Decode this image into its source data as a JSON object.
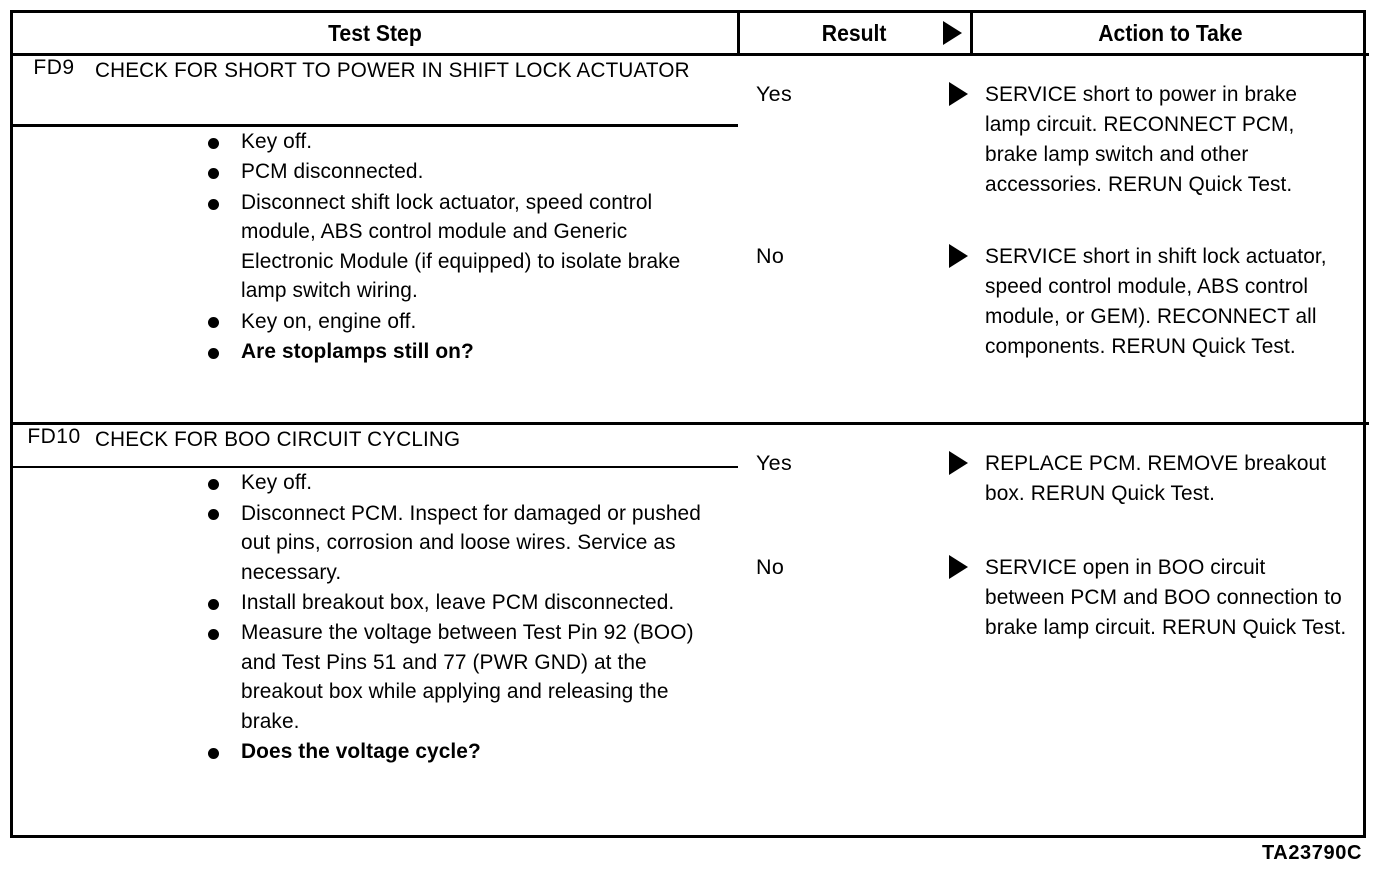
{
  "document": {
    "caption": "TA23790C"
  },
  "table": {
    "headers": {
      "test_step": "Test Step",
      "result": "Result",
      "action": "Action to Take",
      "result_arrow_icon": "triangle-right-icon"
    },
    "rows": [
      {
        "code": "FD9",
        "title": "CHECK FOR SHORT TO POWER IN SHIFT LOCK ACTUATOR",
        "steps": [
          {
            "text": "Key off.",
            "bold": false
          },
          {
            "text": "PCM disconnected.",
            "bold": false
          },
          {
            "text": "Disconnect shift lock actuator, speed control module, ABS control module and Generic Electronic Module (if equipped) to isolate brake lamp switch wiring.",
            "bold": false
          },
          {
            "text": "Key on, engine off.",
            "bold": false
          },
          {
            "text": "Are stoplamps still on?",
            "bold": true
          }
        ],
        "branches": [
          {
            "result": "Yes",
            "arrow_icon": "triangle-right-icon",
            "action": "SERVICE short to power in brake lamp circuit. RECONNECT PCM, brake lamp switch and other accessories. RERUN Quick Test."
          },
          {
            "result": "No",
            "arrow_icon": "triangle-right-icon",
            "action": "SERVICE short in shift lock actuator, speed control module, ABS control module, or GEM). RECONNECT all components. RERUN Quick Test."
          }
        ]
      },
      {
        "code": "FD10",
        "title": "CHECK FOR BOO CIRCUIT CYCLING",
        "steps": [
          {
            "text": "Key off.",
            "bold": false
          },
          {
            "text": "Disconnect PCM. Inspect for damaged or pushed out pins, corrosion and loose wires. Service as necessary.",
            "bold": false
          },
          {
            "text": "Install breakout box, leave PCM disconnected.",
            "bold": false
          },
          {
            "text": "Measure the voltage between Test Pin 92 (BOO) and Test Pins 51 and 77 (PWR GND) at the breakout box while applying and releasing the brake.",
            "bold": false
          },
          {
            "text": "Does the voltage cycle?",
            "bold": true
          }
        ],
        "branches": [
          {
            "result": "Yes",
            "arrow_icon": "triangle-right-icon",
            "action": "REPLACE PCM. REMOVE breakout box. RERUN Quick Test."
          },
          {
            "result": "No",
            "arrow_icon": "triangle-right-icon",
            "action": "SERVICE open in BOO circuit between PCM and BOO connection to brake lamp circuit. RERUN Quick Test."
          }
        ]
      }
    ]
  }
}
